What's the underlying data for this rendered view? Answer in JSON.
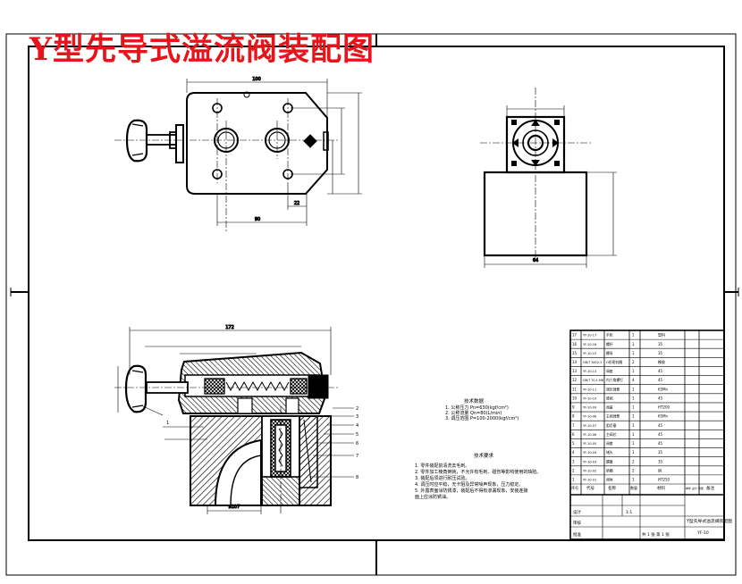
{
  "title": "Y型先导式溢流阀装配图",
  "tech_data": {
    "heading": "技术数据",
    "lines": [
      "1. 公称压力  Pn=630(kgf/cm²)",
      "2. 公称流量  Qn=80(L/min)",
      "3. 调压范围  P=100-2000(kgf/cm²)"
    ]
  },
  "tech_req": {
    "heading": "技术要求",
    "lines": [
      "1. 零件装配前清洗去毛刺。",
      "2. 零件加工棱角倒钝，不允许有毛刺、碰伤等影响使用的缺陷。",
      "3. 装配后须进行耐压试验。",
      "4. 调压时应平稳，无卡阻及异常噪声现象，压力稳定。",
      "5. 外露表面涂防锈漆，装配后不得有渗漏现象，安装连接",
      "   面上应涂防锈油。"
    ]
  },
  "parts": [
    {
      "no": "17",
      "code": "YF-10-17",
      "name": "手轮",
      "qty": "1",
      "mat": "塑料"
    },
    {
      "no": "16",
      "code": "YF-10-16",
      "name": "螺杆",
      "qty": "1",
      "mat": "35"
    },
    {
      "no": "15",
      "code": "YF-10-15",
      "name": "螺母",
      "qty": "1",
      "mat": "35"
    },
    {
      "no": "14",
      "code": "GB/T 3452.1",
      "name": "O形密封圈",
      "qty": "2",
      "mat": "橡胶"
    },
    {
      "no": "13",
      "code": "YF-10-13",
      "name": "阀座",
      "qty": "1",
      "mat": "45"
    },
    {
      "no": "12",
      "code": "GB/T 70.1-M8",
      "name": "内六角螺钉",
      "qty": "4",
      "mat": "45"
    },
    {
      "no": "11",
      "code": "YF-10-11",
      "name": "调压弹簧",
      "qty": "1",
      "mat": "65Mn"
    },
    {
      "no": "10",
      "code": "YF-10-10",
      "name": "锥阀",
      "qty": "1",
      "mat": "45"
    },
    {
      "no": "9",
      "code": "YF-10-09",
      "name": "阀盖",
      "qty": "1",
      "mat": "HT200"
    },
    {
      "no": "8",
      "code": "YF-10-08",
      "name": "主阀弹簧",
      "qty": "1",
      "mat": "65Mn"
    },
    {
      "no": "7",
      "code": "YF-10-07",
      "name": "阻尼塞",
      "qty": "1",
      "mat": "45"
    },
    {
      "no": "6",
      "code": "YF-10-06",
      "name": "主阀芯",
      "qty": "1",
      "mat": "45"
    },
    {
      "no": "5",
      "code": "YF-10-05",
      "name": "阀套",
      "qty": "1",
      "mat": "45"
    },
    {
      "no": "4",
      "code": "YF-10-04",
      "name": "堵头",
      "qty": "1",
      "mat": "35"
    },
    {
      "no": "3",
      "code": "YF-10-03",
      "name": "螺塞",
      "qty": "2",
      "mat": "35"
    },
    {
      "no": "2",
      "code": "YF-10-02",
      "name": "垫圈",
      "qty": "2",
      "mat": "铜"
    },
    {
      "no": "1",
      "code": "YF-10-01",
      "name": "阀体",
      "qty": "1",
      "mat": "HT250"
    }
  ],
  "parts_header": {
    "no": "序号",
    "code": "代号",
    "name": "名称",
    "qty": "数量",
    "mat": "材料",
    "weight": "单件 总计 重量",
    "note": "备注"
  },
  "title_block": {
    "drawing_name": "Y型先导式溢流阀装配图",
    "drawing_no": "YF-10",
    "designer": "设计",
    "checker": "审核",
    "approver": "批准",
    "scale": "1:1",
    "sheet": "共 1 张 第 1 张"
  },
  "colors": {
    "title": "#e8141b",
    "line": "#000000",
    "hatch": "#000000"
  }
}
